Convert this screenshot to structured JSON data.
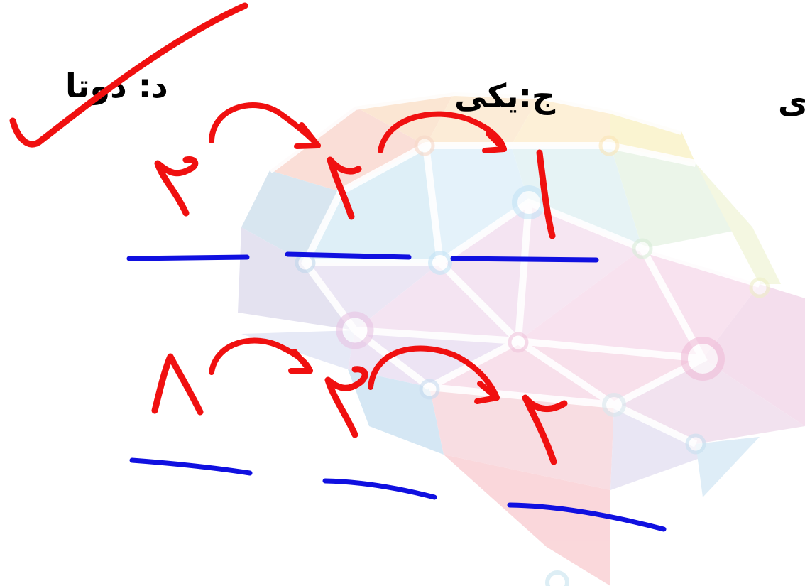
{
  "options": {
    "d": "د: دوتا",
    "c": "ج:یکی",
    "b_partial": "ی"
  },
  "handwriting": {
    "row1_digits": [
      "۴",
      "۲",
      "۱"
    ],
    "row2_digits": [
      "۸",
      "۴",
      "۲"
    ]
  },
  "colors": {
    "ink_red": "#f01010",
    "ink_blue": "#1010e0",
    "text": "#000000"
  },
  "icons": {
    "background": "brain-network-watermark-icon",
    "check": "checkmark-icon"
  }
}
